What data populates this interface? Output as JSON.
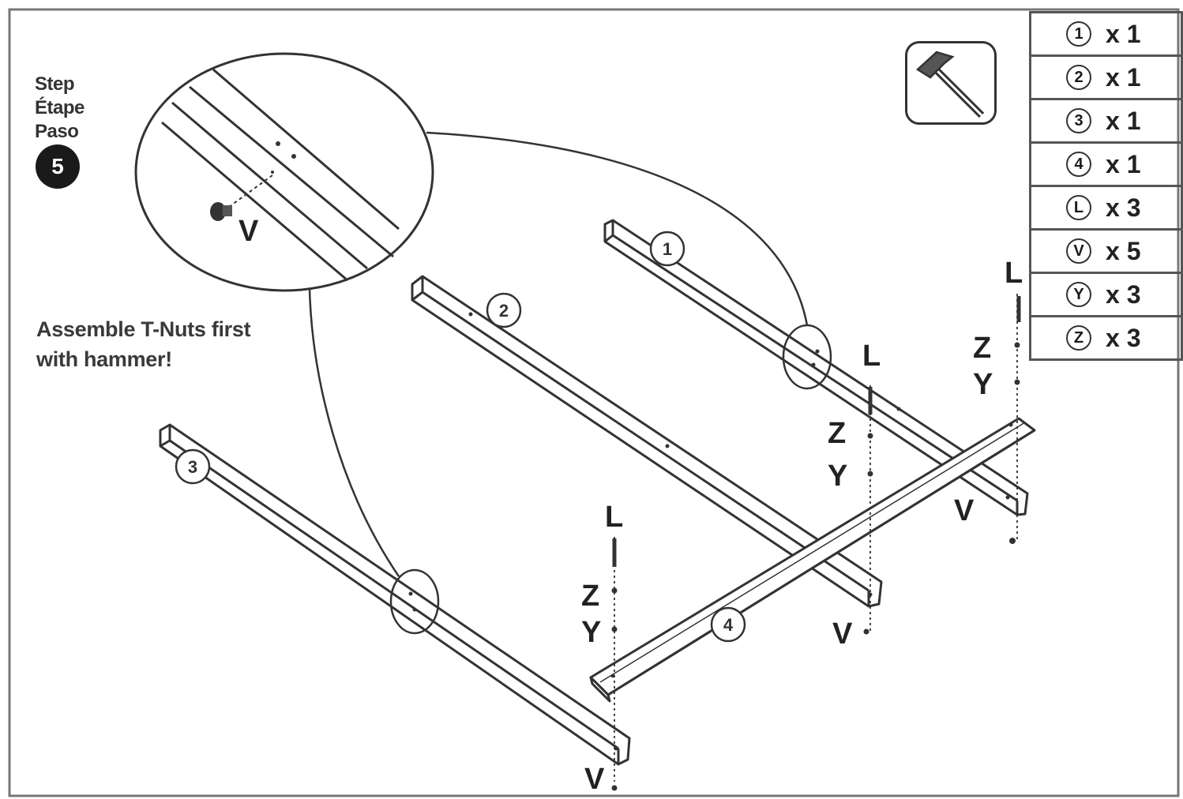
{
  "step": {
    "labels": [
      "Step",
      "Étape",
      "Paso"
    ],
    "number": "5"
  },
  "instruction": {
    "line1": "Assemble T-Nuts first",
    "line2": "with hammer!"
  },
  "tool": {
    "icon": "hammer-icon"
  },
  "parts_list": [
    {
      "id": "1",
      "qty": "x 1"
    },
    {
      "id": "2",
      "qty": "x 1"
    },
    {
      "id": "3",
      "qty": "x 1"
    },
    {
      "id": "4",
      "qty": "x 1"
    },
    {
      "id": "L",
      "qty": "x 3"
    },
    {
      "id": "V",
      "qty": "x 5"
    },
    {
      "id": "Y",
      "qty": "x 3"
    },
    {
      "id": "Z",
      "qty": "x 3"
    }
  ],
  "board_numbers": [
    "1",
    "2",
    "3",
    "4"
  ],
  "hardware_labels": {
    "detail_v": "V",
    "l": "L",
    "z": "Z",
    "y": "Y",
    "v": "V"
  }
}
